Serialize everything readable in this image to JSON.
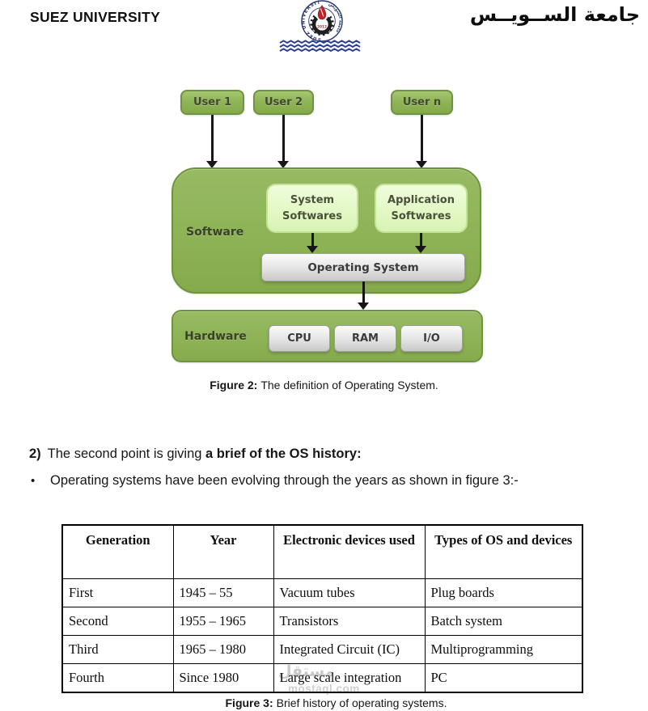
{
  "header": {
    "university_name_en": "SUEZ UNIVERSITY",
    "university_name_ar": "جامعة الســويــس",
    "logo": {
      "ring_text_left": "SUEZ UNIVERSITY",
      "ring_text_right": "جامعة السويس",
      "year": "2012"
    }
  },
  "figure2": {
    "diagram": {
      "users": [
        "User 1",
        "User 2",
        "User n"
      ],
      "software_label": "Software",
      "system_softwares": "System Softwares",
      "application_softwares": "Application Softwares",
      "operating_system": "Operating System",
      "hardware_label": "Hardware",
      "hardware_units": [
        "CPU",
        "RAM",
        "I/O"
      ]
    },
    "caption_label": "Figure 2:",
    "caption_text": "The definition of Operating System."
  },
  "section": {
    "number": "2)",
    "lead": "The second point is giving ",
    "emphasis": "a brief of the OS history:"
  },
  "bullet": {
    "marker": "•",
    "text": "Operating systems have been evolving through the years as shown in figure 3:-"
  },
  "history_table": {
    "headers": [
      "Generation",
      "Year",
      "Electronic devices used",
      "Types of OS and devices"
    ],
    "rows": [
      [
        "First",
        "1945 – 55",
        "Vacuum tubes",
        "Plug boards"
      ],
      [
        "Second",
        "1955 – 1965",
        "Transistors",
        "Batch system"
      ],
      [
        "Third",
        "1965 – 1980",
        "Integrated Circuit (IC)",
        "Multiprogramming"
      ],
      [
        "Fourth",
        "Since 1980",
        "Large scale integration",
        "PC"
      ]
    ]
  },
  "figure3": {
    "caption_label": "Figure 3:",
    "caption_text": "Brief history of operating systems."
  },
  "watermark": {
    "logo_text": "مستقل",
    "domain": "mostaql.com"
  },
  "colors": {
    "diagram_green": "#8fb457",
    "diagram_green_border": "#6f9440",
    "diagram_light_green": "#e3f8c5",
    "diagram_gray_box": "#e0e0e0",
    "logo_navy": "#26336e",
    "logo_red": "#c62127",
    "wave_blue": "#2c3f94",
    "watermark_gray": "#c9c9c9"
  }
}
